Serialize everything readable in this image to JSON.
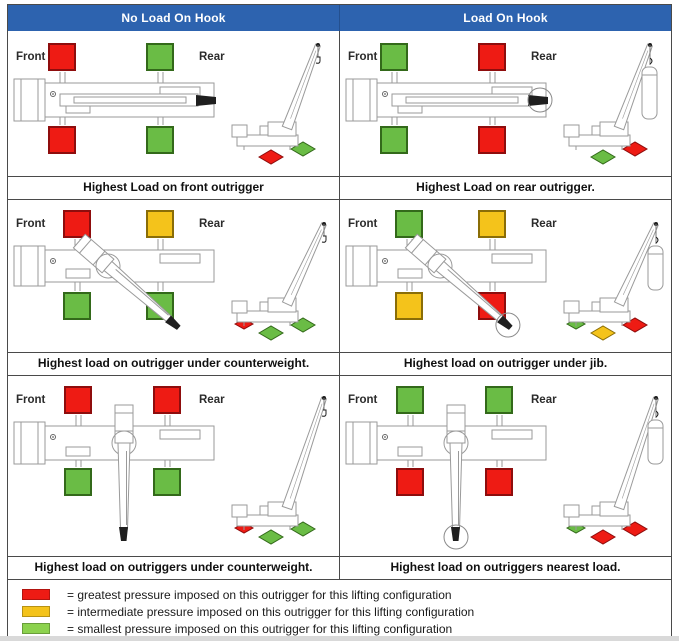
{
  "colors": {
    "header_bg": "#2d63af",
    "header_text": "#ffffff",
    "red": "#ee1b14",
    "red_dark": "#8e0d0d",
    "yellow": "#f4c31b",
    "yellow_dark": "#8a6d07",
    "green": "#6abc45",
    "green_dark": "#33691a",
    "legend_green": "#8cd24e",
    "border": "#4a4a4a",
    "line": "#9a9a9a",
    "dark": "#1f1f1f"
  },
  "table": {
    "columns": [
      {
        "header": "No Load On Hook"
      },
      {
        "header": "Load On Hook"
      }
    ],
    "rows": [
      {
        "cells": [
          {
            "front_label": "Front",
            "rear_label": "Rear",
            "squares": {
              "front_top": "red",
              "rear_top": "green",
              "front_bottom": "red",
              "rear_bottom": "green"
            },
            "boom": "carry",
            "hook_circle": false,
            "load": false,
            "diamonds": [
              {
                "pos": "mid",
                "color": "red"
              },
              {
                "pos": "rear",
                "color": "green"
              }
            ],
            "caption": "Highest Load on front outrigger"
          },
          {
            "front_label": "Front",
            "rear_label": "Rear",
            "squares": {
              "front_top": "green",
              "rear_top": "red",
              "front_bottom": "green",
              "rear_bottom": "red"
            },
            "boom": "carry",
            "hook_circle": true,
            "load": true,
            "diamonds": [
              {
                "pos": "mid",
                "color": "green"
              },
              {
                "pos": "rear",
                "color": "red"
              }
            ],
            "caption": "Highest Load on rear outrigger."
          }
        ]
      },
      {
        "cells": [
          {
            "front_label": "Front",
            "rear_label": "Rear",
            "squares": {
              "front_top": "red",
              "rear_top": "yellow",
              "front_bottom": "green",
              "rear_bottom": "green"
            },
            "boom": "diag",
            "hook_circle": false,
            "load": false,
            "diamonds": [
              {
                "pos": "front",
                "color": "red"
              },
              {
                "pos": "mid",
                "color": "green"
              },
              {
                "pos": "rear",
                "color": "green"
              }
            ],
            "caption": "Highest load on outrigger under counterweight."
          },
          {
            "front_label": "Front",
            "rear_label": "Rear",
            "squares": {
              "front_top": "green",
              "rear_top": "yellow",
              "front_bottom": "yellow",
              "rear_bottom": "red"
            },
            "boom": "diag",
            "hook_circle": true,
            "load": true,
            "diamonds": [
              {
                "pos": "front",
                "color": "green"
              },
              {
                "pos": "mid",
                "color": "yellow"
              },
              {
                "pos": "rear",
                "color": "red"
              }
            ],
            "caption": "Highest load on outrigger under jib."
          }
        ]
      },
      {
        "cells": [
          {
            "front_label": "Front",
            "rear_label": "Rear",
            "squares": {
              "front_top": "red",
              "rear_top": "red",
              "front_bottom": "green",
              "rear_bottom": "green"
            },
            "boom": "side",
            "hook_circle": false,
            "load": false,
            "diamonds": [
              {
                "pos": "front",
                "color": "red"
              },
              {
                "pos": "mid",
                "color": "green"
              },
              {
                "pos": "rear",
                "color": "green"
              }
            ],
            "caption": "Highest load on outriggers under counterweight."
          },
          {
            "front_label": "Front",
            "rear_label": "Rear",
            "squares": {
              "front_top": "green",
              "rear_top": "green",
              "front_bottom": "red",
              "rear_bottom": "red"
            },
            "boom": "side",
            "hook_circle": true,
            "load": true,
            "diamonds": [
              {
                "pos": "front",
                "color": "green"
              },
              {
                "pos": "mid",
                "color": "red"
              },
              {
                "pos": "rear",
                "color": "red"
              }
            ],
            "caption": "Highest load on outriggers nearest load."
          }
        ]
      }
    ]
  },
  "legend": {
    "items": [
      {
        "color_name": "red",
        "label": "= greatest pressure imposed on this outrigger for this lifting configuration"
      },
      {
        "color_name": "yellow",
        "label": "= intermediate pressure imposed on this outrigger for this lifting configuration"
      },
      {
        "color_name": "green",
        "label": "= smallest pressure imposed on this outrigger for this lifting configuration"
      }
    ]
  }
}
